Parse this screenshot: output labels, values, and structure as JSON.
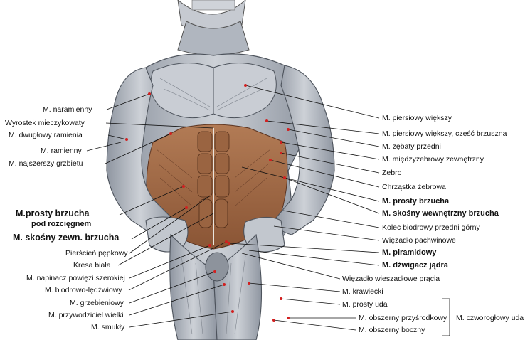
{
  "labels_left": {
    "naramienny": "M. naramienny",
    "wyrostek": "Wyrostek mieczykowaty",
    "dwuglowy": "M. dwugłowy ramienia",
    "ramienny": "M. ramienny",
    "najszerszy": "M. najszerszy grzbietu",
    "prosty_rozciegnem_1": "M.prosty brzucha",
    "prosty_rozciegnem_2": "pod rozcięgnem",
    "skosny_zewn": "M. skośny zewn. brzucha",
    "pierscien": "Pierścień pępkowy",
    "kresa": "Kresa biała",
    "napinacz": "M. napinacz powięzi szerokiej",
    "biodrowo": "M. biodrowo-lędźwiowy",
    "grzebieniowy": "M. grzebieniowy",
    "przywodziciel": "M. przywodziciel wielki",
    "smukly": "M. smukły"
  },
  "labels_right": {
    "piersiowy_wiekszy": "M. piersiowy większy",
    "piersiowy_brzuszna": "M. piersiowy większy, część brzuszna",
    "zebaty": "M. zębaty przedni",
    "miedzyzebrowy": "M. międzyżebrowy zewnętrzny",
    "zebro": "Żebro",
    "chrzastka": "Chrząstka żebrowa",
    "prosty_brzucha": "M. prosty brzucha",
    "skosny_wewn": "M. skośny wewnętrzny brzucha",
    "kolec": "Kolec biodrowy przedni górny",
    "wiezadlo_pachwinowe": "Więzadło pachwinowe",
    "piramidowy": "M. piramidowy",
    "dzwigacz": "M. dźwigacz jądra",
    "wiezadlo_wieszadlowe": "Więzadło wieszadłowe prącia",
    "krawiecki": "M. krawiecki",
    "prosty_uda": "M. prosty uda",
    "obszerny_przysrodkowy": "M. obszerny przyśrodkowy",
    "obszerny_boczny": "M. obszerny boczny",
    "czworoglowy": "M. czworogłowy uda"
  },
  "colors": {
    "background": "#ffffff",
    "muscle_gray": "#b9bec6",
    "muscle_dark": "#6f7682",
    "abdominal": "#a9704a",
    "abdominal_dark": "#6b3f25",
    "leader_line": "#111111",
    "marker_red": "#d21f1f"
  }
}
